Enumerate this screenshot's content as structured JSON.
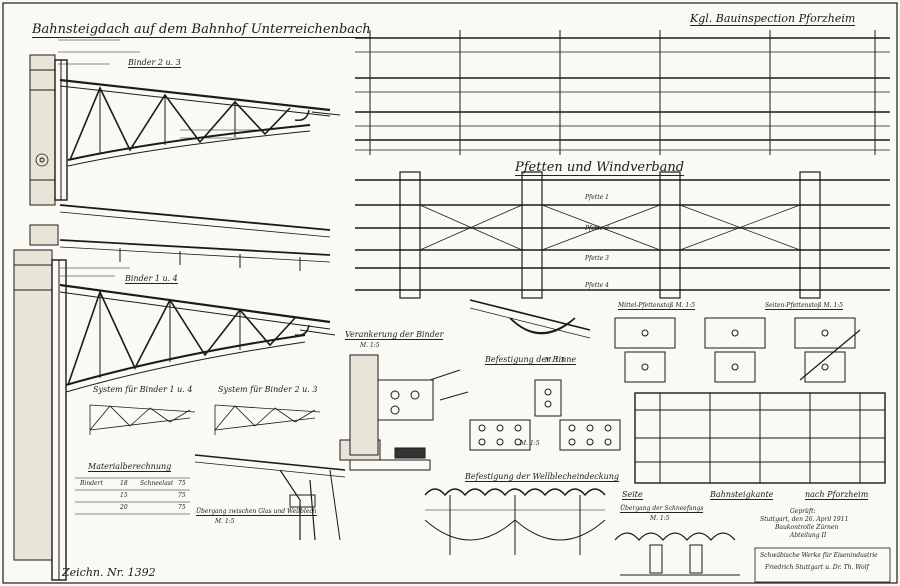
{
  "title": "Bahnsteigdach auf dem Bahnhof Unterreichenbach",
  "office": "Kgl. Bauinspection Pforzheim",
  "sections": {
    "binder_top": "Binder 2 u. 3",
    "binder_bottom": "Binder 1 u. 4",
    "pfetten": "Pfetten und Windverband",
    "pfette_labels": [
      "Pfette 1",
      "Pfette 2",
      "Pfette 3",
      "Pfette 4"
    ],
    "system_1": "System für Binder 1 u. 4",
    "system_2": "System für Binder 2 u. 3",
    "verankerung": "Verankerung der Binder",
    "verankerung_scale": "M. 1:5",
    "rinne": "Befestigung der Rinne",
    "rinne_scale": "M. 1:5",
    "mittel_pfette": "Mittel-Pfettenstoß M. 1:5",
    "seiten_pfette": "Seiten-Pfettenstoß M. 1:5",
    "detail_scale": "M. 1:5",
    "wellblech": "Befestigung der Wellblecheindeckung",
    "uebergang_glas": "Übergang zwischen Glas und Wellblech",
    "uebergang_glas_scale": "M. 1:5",
    "uebergang_schneefang": "Übergang der Schneefangs",
    "uebergang_schneefang_scale": "M. 1:5",
    "kante_left": "Seite",
    "kante_mid": "Bahnsteigkante",
    "kante_right": "nach Pforzheim",
    "belastung": "Materialberechnung"
  },
  "calc_rows": [
    {
      "label": "Bindert",
      "val1": "18",
      "label2": "Schneelast",
      "val2": "75"
    },
    {
      "label": "",
      "val1": "15",
      "label2": "",
      "val2": "75"
    },
    {
      "label": "",
      "val1": "20",
      "label2": "",
      "val2": "75"
    }
  ],
  "drawing_number": "Zeichn. Nr. 1392",
  "stamp": {
    "line1": "Geprüft:",
    "line2": "Stuttgart, den 26. April 1911",
    "line3": "Baukontrolle Zürnen",
    "line4": "Abteilung II"
  },
  "maker": {
    "line1": "Schwäbische Werke für Eisenindustrie",
    "line2": "Friedrich Stuttgart u. Dr. Th. Wolf"
  },
  "colors": {
    "ink": "#1b1b1b",
    "paper": "#faf9f3"
  }
}
